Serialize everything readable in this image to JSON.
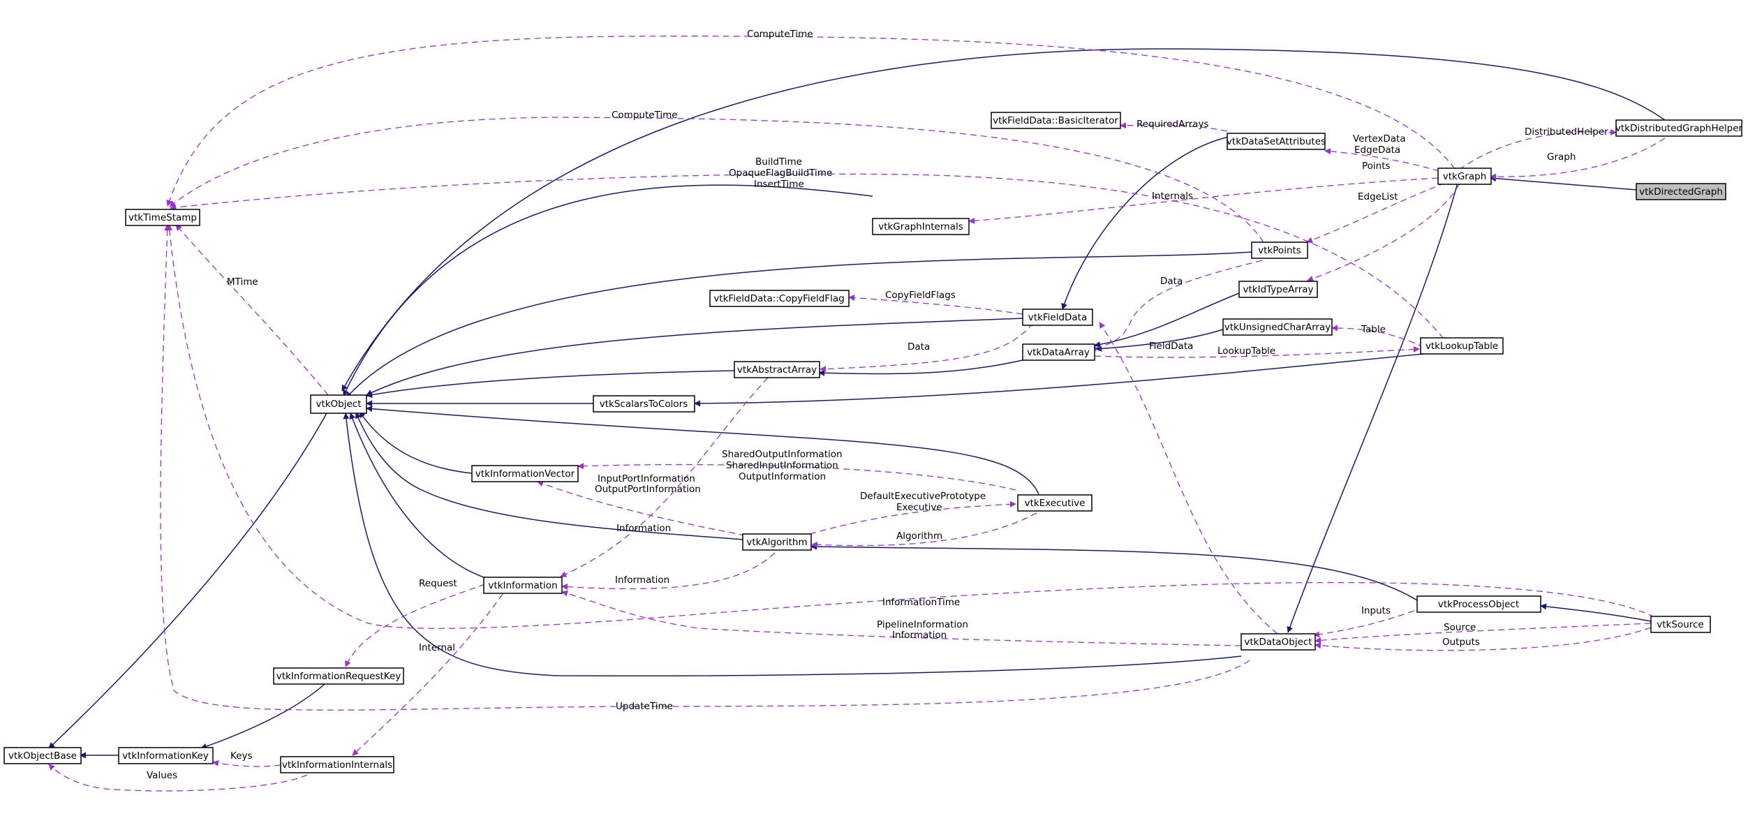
{
  "colors": {
    "inheritance": "#191970",
    "usage": "#9a32cd",
    "highlight_fill": "#bfbfbf"
  },
  "nodes": {
    "vtkDirectedGraph": "vtkDirectedGraph",
    "vtkGraph": "vtkGraph",
    "vtkDistributedGraphHelper": "vtkDistributedGraphHelper",
    "vtkDataSetAttributes": "vtkDataSetAttributes",
    "vtkFieldDataBasicIterator": "vtkFieldData::BasicIterator",
    "vtkTimeStamp": "vtkTimeStamp",
    "vtkGraphInternals": "vtkGraphInternals",
    "vtkPoints": "vtkPoints",
    "vtkIdTypeArray": "vtkIdTypeArray",
    "vtkFieldDataCopyFieldFlag": "vtkFieldData::CopyFieldFlag",
    "vtkFieldData": "vtkFieldData",
    "vtkUnsignedCharArray": "vtkUnsignedCharArray",
    "vtkDataArray": "vtkDataArray",
    "vtkLookupTable": "vtkLookupTable",
    "vtkAbstractArray": "vtkAbstractArray",
    "vtkObject": "vtkObject",
    "vtkScalarsToColors": "vtkScalarsToColors",
    "vtkInformationVector": "vtkInformationVector",
    "vtkExecutive": "vtkExecutive",
    "vtkAlgorithm": "vtkAlgorithm",
    "vtkInformation": "vtkInformation",
    "vtkProcessObject": "vtkProcessObject",
    "vtkSource": "vtkSource",
    "vtkDataObject": "vtkDataObject",
    "vtkInformationRequestKey": "vtkInformationRequestKey",
    "vtkObjectBase": "vtkObjectBase",
    "vtkInformationKey": "vtkInformationKey",
    "vtkInformationInternals": "vtkInformationInternals"
  },
  "labels": {
    "compute_time_top": "ComputeTime",
    "compute_time_mid": "ComputeTime",
    "build_time": "BuildTime",
    "opaque_flag_build_time": "OpaqueFlagBuildTime",
    "insert_time": "InsertTime",
    "required_arrays": "RequiredArrays",
    "distributed_helper": "DistributedHelper",
    "graph": "Graph",
    "vertex_data": "VertexData",
    "edge_data": "EdgeData",
    "internals": "Internals",
    "points": "Points",
    "edge_list": "EdgeList",
    "mtime": "MTime",
    "data_points": "Data",
    "copy_field_flags": "CopyFieldFlags",
    "field_data": "FieldData",
    "table": "Table",
    "data_abstract": "Data",
    "lookup_table": "LookupTable",
    "shared_output_information": "SharedOutputInformation",
    "shared_input_information": "SharedInputInformation",
    "output_information": "OutputInformation",
    "input_port_information": "InputPortInformation",
    "output_port_information": "OutputPortInformation",
    "default_executive_prototype": "DefaultExecutivePrototype",
    "executive": "Executive",
    "information_algo": "Information",
    "algorithm": "Algorithm",
    "request": "Request",
    "information_info": "Information",
    "information_time": "InformationTime",
    "inputs": "Inputs",
    "pipeline_information": "PipelineInformation",
    "information_pipe": "Information",
    "source": "Source",
    "outputs": "Outputs",
    "internal": "Internal",
    "update_time": "UpdateTime",
    "keys": "Keys",
    "values": "Values"
  }
}
